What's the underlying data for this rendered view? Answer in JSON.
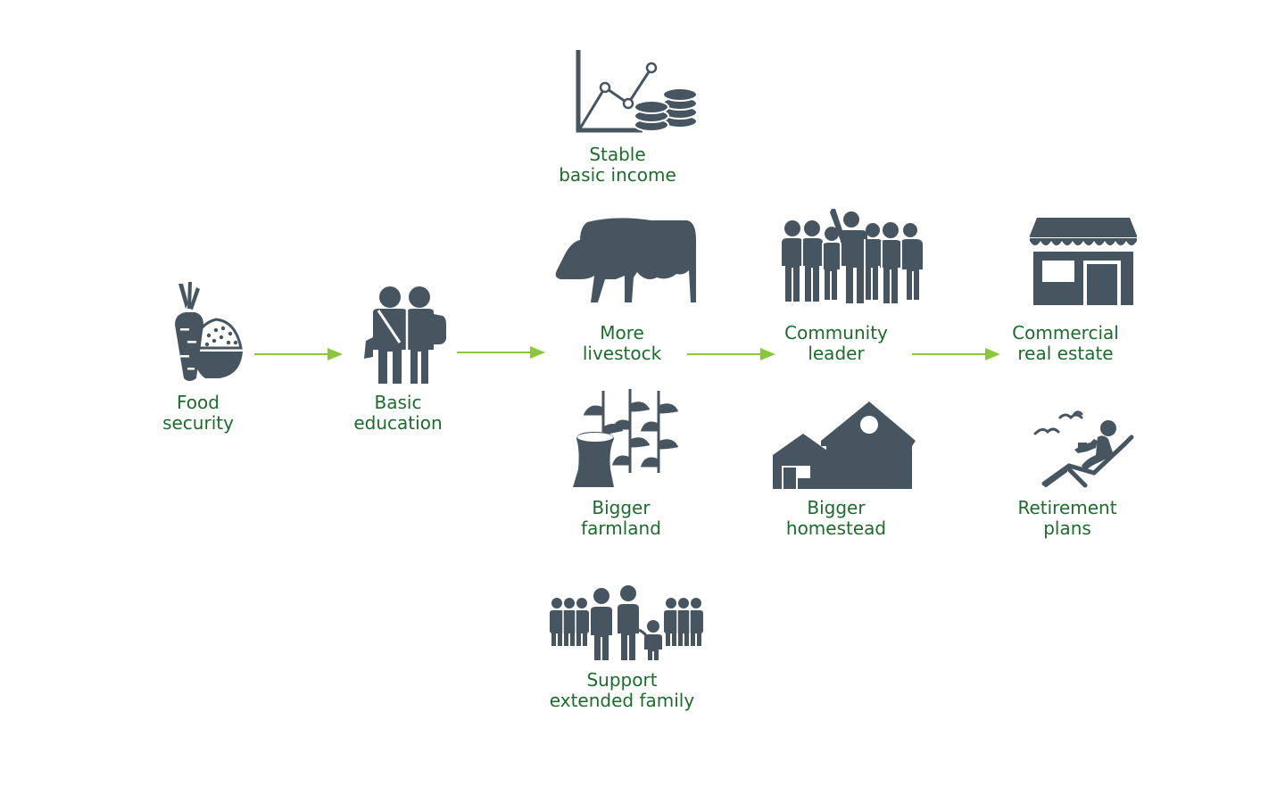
{
  "nodes": {
    "food_security": [
      "Food",
      "security"
    ],
    "basic_education": [
      "Basic",
      "education"
    ],
    "stable_income": [
      "Stable",
      "basic income"
    ],
    "more_livestock": [
      "More",
      "livestock"
    ],
    "bigger_farmland": [
      "Bigger",
      "farmland"
    ],
    "support_family": [
      "Support",
      "extended family"
    ],
    "community_leader": [
      "Community",
      "leader"
    ],
    "bigger_homestead": [
      "Bigger",
      "homestead"
    ],
    "commercial_real_estate": [
      "Commercial",
      "real estate"
    ],
    "retirement_plans": [
      "Retirement",
      "plans"
    ]
  },
  "colors": {
    "icon": "#475560",
    "label": "#1e6b2e",
    "arrow": "#8cc63f"
  },
  "icons": {
    "food_security": "carrot-rice-bowl-icon",
    "basic_education": "students-icon",
    "stable_income": "chart-coins-icon",
    "more_livestock": "cow-icon",
    "bigger_farmland": "maize-sack-icon",
    "support_family": "family-group-icon",
    "community_leader": "crowd-leader-icon",
    "bigger_homestead": "house-icon",
    "commercial_real_estate": "shop-icon",
    "retirement_plans": "lounger-icon"
  }
}
